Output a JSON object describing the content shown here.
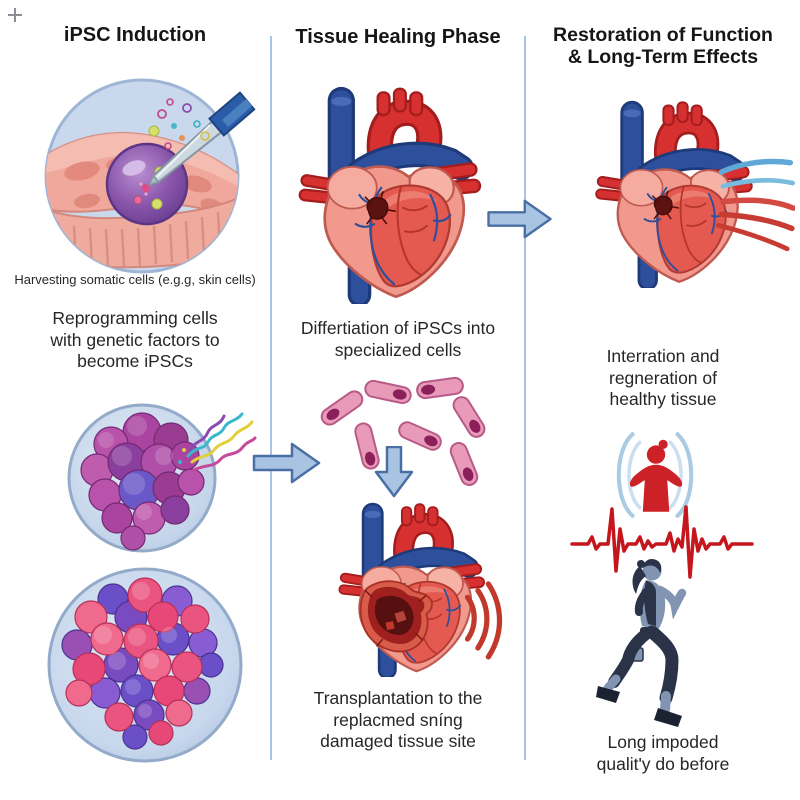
{
  "palette": {
    "divider": "#a9c4e2",
    "arrow_fill": "#a9c3e2",
    "arrow_border": "#4a6fa5",
    "heading_text": "#161616",
    "body_text": "#262626",
    "ecg_red": "#c4161c",
    "figure_red": "#cc2127",
    "runner_dark": "#2a3347",
    "runner_slate": "#8195b2",
    "heart_red": "#d63031",
    "vessel_blue": "#2d4f9c",
    "cell_purple": "#8a3f9e",
    "cell_pink": "#ea5480"
  },
  "columns": {
    "induction": {
      "title": "iPSC Induction",
      "harvest_caption": "Harvesting somatic cells (e.g.g, skin cells)",
      "reprogram_caption": "Reprogramming cells\nwith genetic factors to\nbecome iPSCs"
    },
    "healing": {
      "title": "Tissue Healing Phase",
      "differentiation_caption": "Differtiation of iPSCs into\nspecialized cells",
      "transplant_caption": "Transplantation to the\nreplacmed sníng\ndamaged tissue site"
    },
    "restoration": {
      "title": "Restoration of Function\n& Long-Term Effects",
      "integration_caption": "Interration and\nregneration of\nhealthy tissue",
      "outcome_caption": "Long impoded\nqualit'y do before"
    }
  }
}
